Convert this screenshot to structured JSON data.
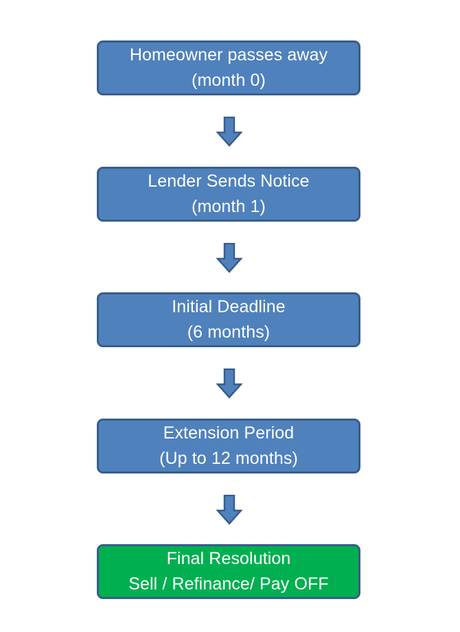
{
  "steps": [
    {
      "line1": "Homeowner passes away",
      "line2": "(month 0)"
    },
    {
      "line1": "Lender Sends Notice",
      "line2": "(month 1)"
    },
    {
      "line1": "Initial Deadline",
      "line2": "(6 months)"
    },
    {
      "line1": "Extension Period",
      "line2": "(Up to 12 months)"
    },
    {
      "line1": "Final Resolution",
      "line2": "Sell / Refinance/ Pay OFF"
    }
  ],
  "colors": {
    "step_fill": "#4f81bd",
    "step_border": "#385d8a",
    "final_fill": "#00b050",
    "arrow_fill": "#4f81bd",
    "arrow_border": "#385d8a",
    "text": "#ffffff"
  },
  "icons": {
    "connector": "down-arrow-icon"
  }
}
